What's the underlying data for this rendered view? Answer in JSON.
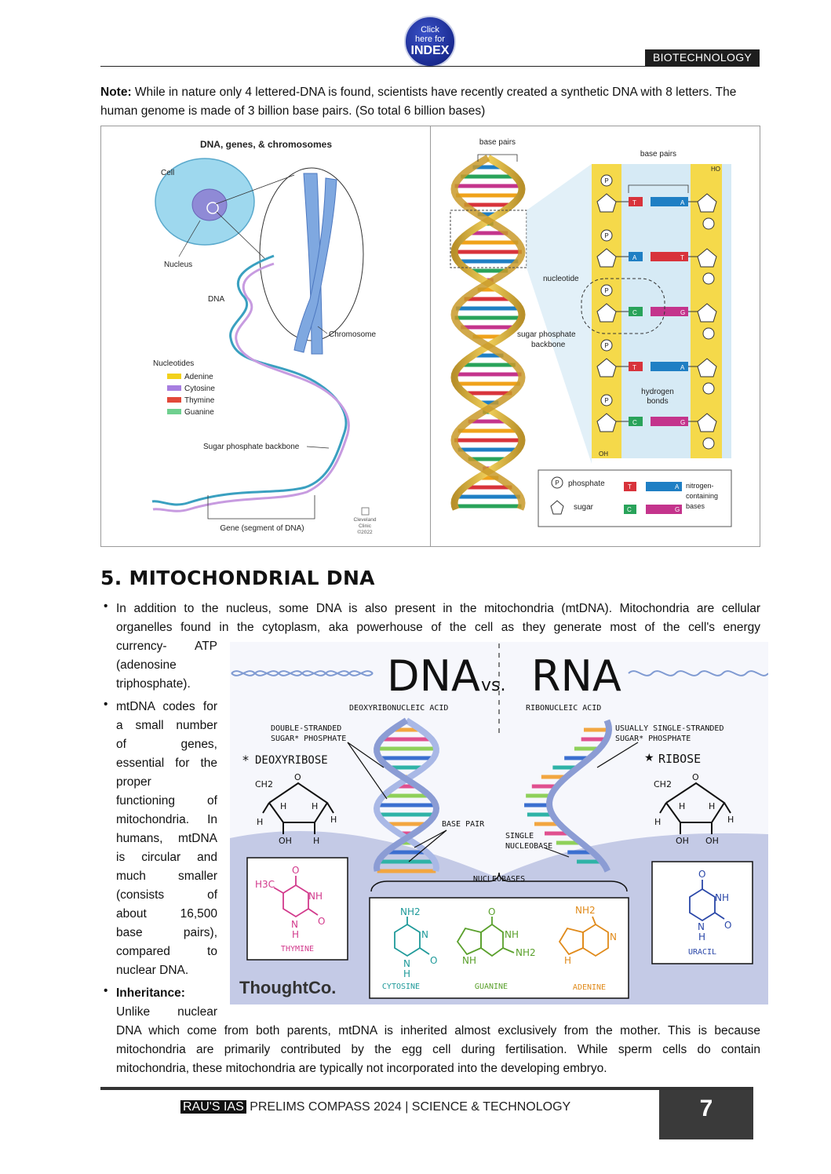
{
  "header": {
    "index_button": {
      "line1": "Click",
      "line2": "here for",
      "line3": "INDEX"
    },
    "section": "BIOTECHNOLOGY"
  },
  "note": {
    "label": "Note:",
    "text": " While in nature only 4 lettered-DNA is found, scientists have recently created a synthetic DNA with 8 letters. The human genome is made of 3 billion base pairs. (So total 6 billion bases)"
  },
  "figure_left": {
    "title": "DNA, genes, & chromosomes",
    "cell": "Cell",
    "nucleus": "Nucleus",
    "dna": "DNA",
    "chromosome": "Chromosome",
    "nucleotides_title": "Nucleotides",
    "nucleotides": [
      {
        "name": "Adenine",
        "color": "#f2d11b"
      },
      {
        "name": "Cytosine",
        "color": "#a77ee0"
      },
      {
        "name": "Thymine",
        "color": "#e2493a"
      },
      {
        "name": "Guanine",
        "color": "#6fd08f"
      }
    ],
    "backbone": "Sugar phosphate backbone",
    "gene": "Gene (segment of DNA)",
    "credit1": "Cleveland",
    "credit2": "Clinic",
    "credit3": "©2022"
  },
  "figure_right": {
    "base_pairs_top": "base pairs",
    "base_pairs": "base pairs",
    "nucleotide": "nucleotide",
    "backbone1": "sugar phosphate",
    "backbone2": "backbone",
    "hydrogen1": "hydrogen",
    "hydrogen2": "bonds",
    "ho": "HO",
    "oh": "OH",
    "p": "P",
    "legend_phosphate": "phosphate",
    "legend_sugar": "sugar",
    "legend_nitrogen1": "nitrogen-",
    "legend_nitrogen2": "containing",
    "legend_nitrogen3": "bases",
    "pairs": [
      {
        "left": "T",
        "right": "A"
      },
      {
        "left": "A",
        "right": "T"
      },
      {
        "left": "C",
        "right": "G"
      },
      {
        "left": "T",
        "right": "A"
      },
      {
        "left": "C",
        "right": "G"
      }
    ],
    "legend_letters": {
      "t": "T",
      "a": "A",
      "c": "C",
      "g": "G"
    }
  },
  "section": {
    "title": "5. MITOCHONDRIAL DNA"
  },
  "bullets": {
    "b1_line1": "In addition to the nucleus, some DNA is also present in the mitochondria (mtDNA). Mitochondria are cellular",
    "b1_line2": "organelles found in the cytoplasm, aka powerhouse of the cell as they generate most of the cell's energy",
    "b1_narrow": [
      "currency- ATP",
      "(adenosine",
      "triphosphate)."
    ],
    "b2_narrow": [
      "mtDNA codes for",
      "a small number",
      "of genes,",
      "essential for the",
      "proper",
      "functioning of",
      "mitochondria. In",
      "humans, mtDNA",
      "is circular and",
      "much smaller",
      "(consists of",
      "about 16,500",
      "base pairs),",
      "compared to",
      "nuclear DNA."
    ],
    "b3_label": "Inheritance:",
    "b3_narrow": "Unlike nuclear",
    "b3_line1": "DNA which come from both parents, mtDNA is inherited almost exclusively from the mother. This is because",
    "b3_line2": "mitochondria are primarily contributed by the egg cell during fertilisation. While sperm cells do contain",
    "b3_line3": "mitochondria, these mitochondria are typically not incorporated into the developing embryo."
  },
  "dna_rna": {
    "title_dna": "DNA",
    "title_vs": "vs.",
    "title_rna": "RNA",
    "deoxy_acid": "DEOXYRIBONUCLEIC ACID",
    "ribo_acid": "RIBONUCLEIC ACID",
    "double_stranded1": "DOUBLE-STRANDED",
    "double_stranded2": "SUGAR* PHOSPHATE",
    "single_stranded1": "USUALLY SINGLE-STRANDED",
    "single_stranded2": "SUGAR* PHOSPHATE",
    "deoxyribose": "DEOXYRIBOSE",
    "ribose": "RIBOSE",
    "star": "*",
    "star2": "★",
    "base_pair": "BASE PAIR",
    "single_nucleobase1": "SINGLE",
    "single_nucleobase2": "NUCLEOBASE",
    "nucleobases": "NUCLEOBASES",
    "thymine": "THYMINE",
    "cytosine": "CYTOSINE",
    "guanine": "GUANINE",
    "adenine": "ADENINE",
    "uracil": "URACIL",
    "brand": "ThoughtCo.",
    "atoms": {
      "ch2": "CH2",
      "o": "O",
      "h": "H",
      "oh": "OH",
      "nh": "NH",
      "n": "N",
      "nh2": "NH2",
      "h3c": "H3C"
    }
  },
  "footer": {
    "tag": "RAU'S IAS",
    "text": " PRELIMS COMPASS 2024 | SCIENCE & TECHNOLOGY",
    "page": "7"
  }
}
